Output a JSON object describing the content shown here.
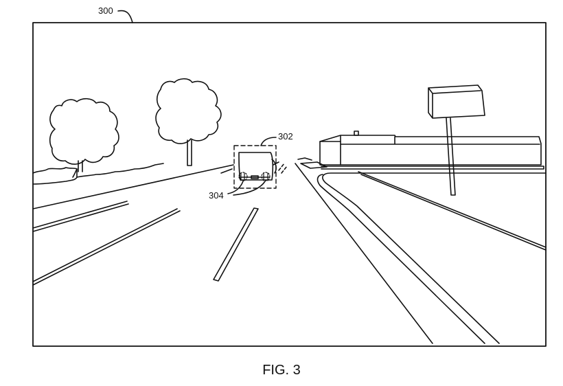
{
  "figure": {
    "caption": "FIG. 3",
    "labels": {
      "frame": "300",
      "vehicle_box": "302",
      "wheels": "304"
    }
  }
}
